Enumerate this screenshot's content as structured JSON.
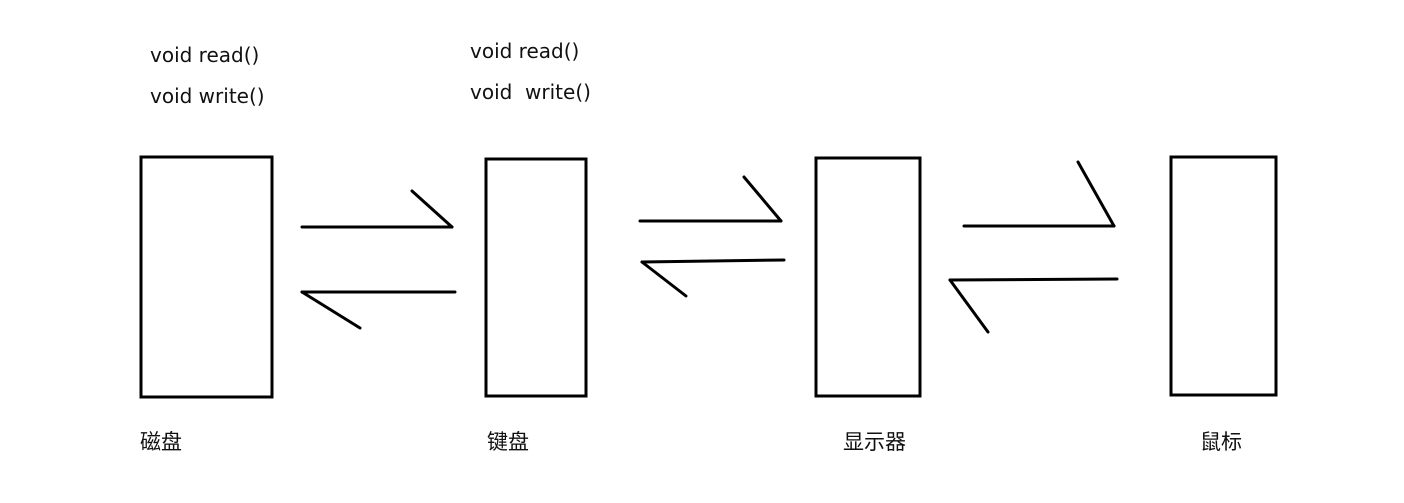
{
  "devices": [
    {
      "label": "磁盘",
      "methods": [
        "void read()",
        "void write()"
      ]
    },
    {
      "label": "键盘",
      "methods": [
        "void read()",
        "void  write()"
      ]
    },
    {
      "label": "显示器",
      "methods": []
    },
    {
      "label": "鼠标",
      "methods": []
    }
  ]
}
